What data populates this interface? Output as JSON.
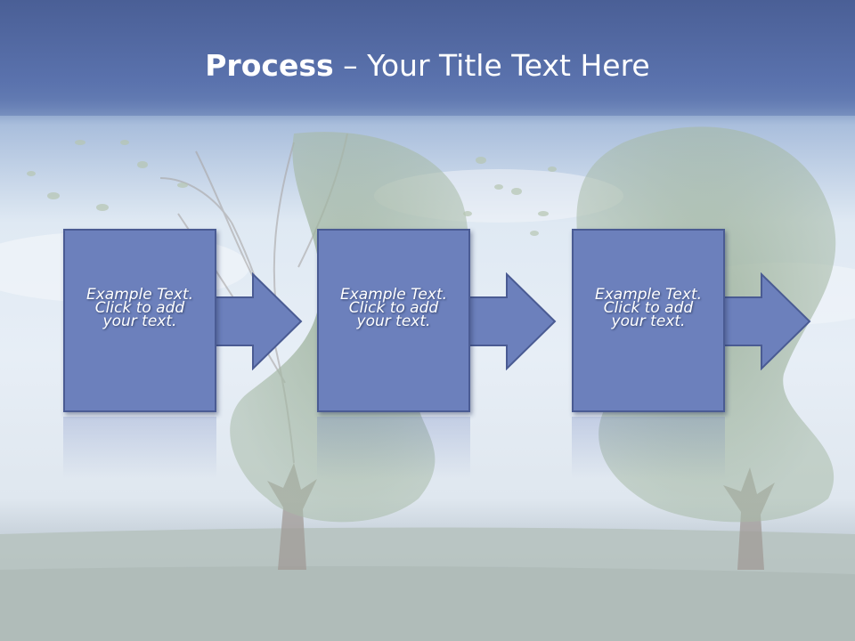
{
  "slide": {
    "title_bold": "Process",
    "title_rest": " – Your Title Text Here"
  },
  "steps": [
    {
      "line1": "Example Text.",
      "line2": "Click  to add",
      "line3": "your text."
    },
    {
      "line1": "Example Text.",
      "line2": "Click  to add",
      "line3": "your text."
    },
    {
      "line1": "Example Text.",
      "line2": "Click  to add",
      "line3": "your text."
    }
  ],
  "colors": {
    "title_band": "#5a72ad",
    "box_fill": "#6c80bc",
    "box_border": "#4a5b93",
    "text": "#ffffff"
  }
}
